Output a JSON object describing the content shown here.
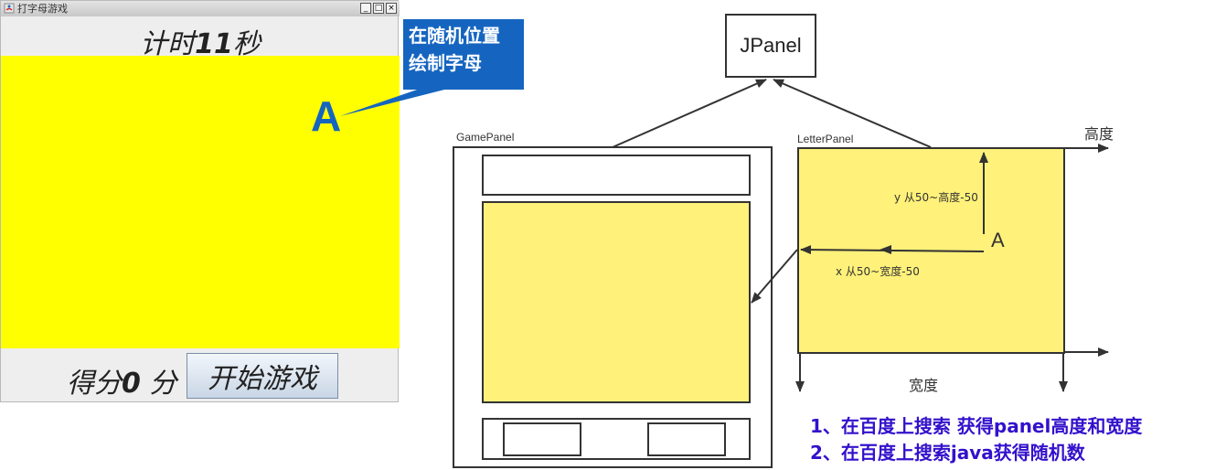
{
  "window": {
    "title": "打字母游戏",
    "controls": [
      "_",
      "□",
      "×"
    ],
    "timer_prefix": "计时",
    "timer_value": "11",
    "timer_suffix": "秒",
    "letter": "A",
    "score_prefix": "得分",
    "score_value": "0",
    "score_suffix": " 分",
    "start_button": "开始游戏",
    "colors": {
      "game_area": "#ffff00",
      "letter": "#1565c0"
    }
  },
  "callout": {
    "line1": "在随机位置",
    "line2": "绘制字母"
  },
  "diagram": {
    "jpanel_label": "JPanel",
    "gamepanel_label": "GamePanel",
    "letterpanel_label": "LetterPanel",
    "height_label": "高度",
    "width_label": "宽度",
    "y_range_label": "y 从50~高度-50",
    "x_range_label": "x 从50~宽度-50",
    "letter": "A",
    "colors": {
      "panel_fill": "#fff17a",
      "stroke": "#333333"
    }
  },
  "notes": [
    "1、在百度上搜索 获得panel高度和宽度",
    "2、在百度上搜索java获得随机数"
  ]
}
